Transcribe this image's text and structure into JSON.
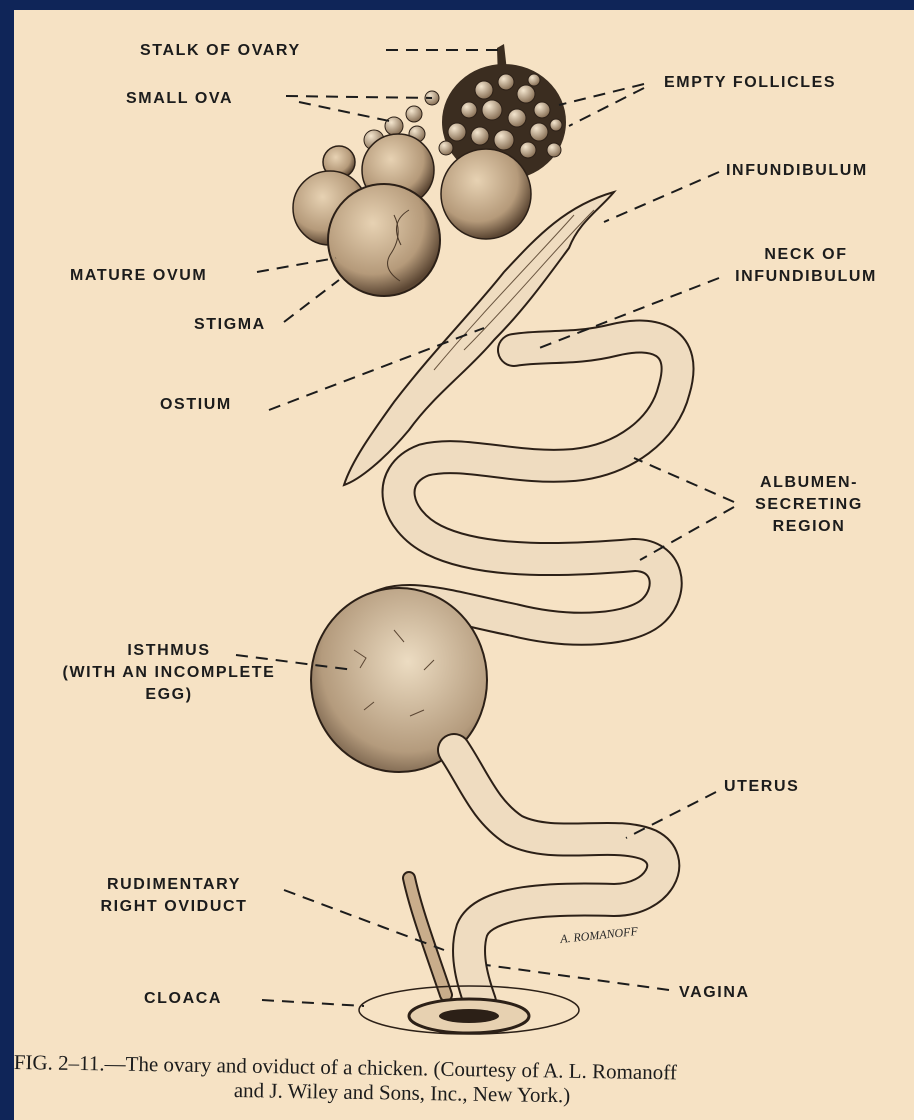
{
  "labels": {
    "stalk_of_ovary": "STALK OF OVARY",
    "small_ova": "SMALL OVA",
    "empty_follicles": "EMPTY FOLLICLES",
    "infundibulum": "INFUNDIBULUM",
    "neck_of_infundibulum": [
      "NECK OF",
      "INFUNDIBULUM"
    ],
    "mature_ovum": "MATURE OVUM",
    "stigma": "STIGMA",
    "ostium": "OSTIUM",
    "albumen_secreting_region": [
      "ALBUMEN-",
      "SECRETING",
      "REGION"
    ],
    "isthmus": [
      "ISTHMUS",
      "(WITH AN INCOMPLETE",
      "EGG)"
    ],
    "uterus": "UTERUS",
    "rudimentary_right_oviduct": [
      "RUDIMENTARY",
      "RIGHT OVIDUCT"
    ],
    "cloaca": "CLOACA",
    "vagina": "VAGINA"
  },
  "signature": "A. ROMANOFF",
  "caption": {
    "line1": "FIG. 2–11.—The ovary and oviduct of a chicken.  (Courtesy of A. L. Romanoff",
    "line2": "and J. Wiley and Sons, Inc., New York.)"
  },
  "colors": {
    "paper": "#f6e2c4",
    "border": "#0f2558",
    "ink": "#1c1c1c",
    "tissue": "#efdcc0"
  }
}
